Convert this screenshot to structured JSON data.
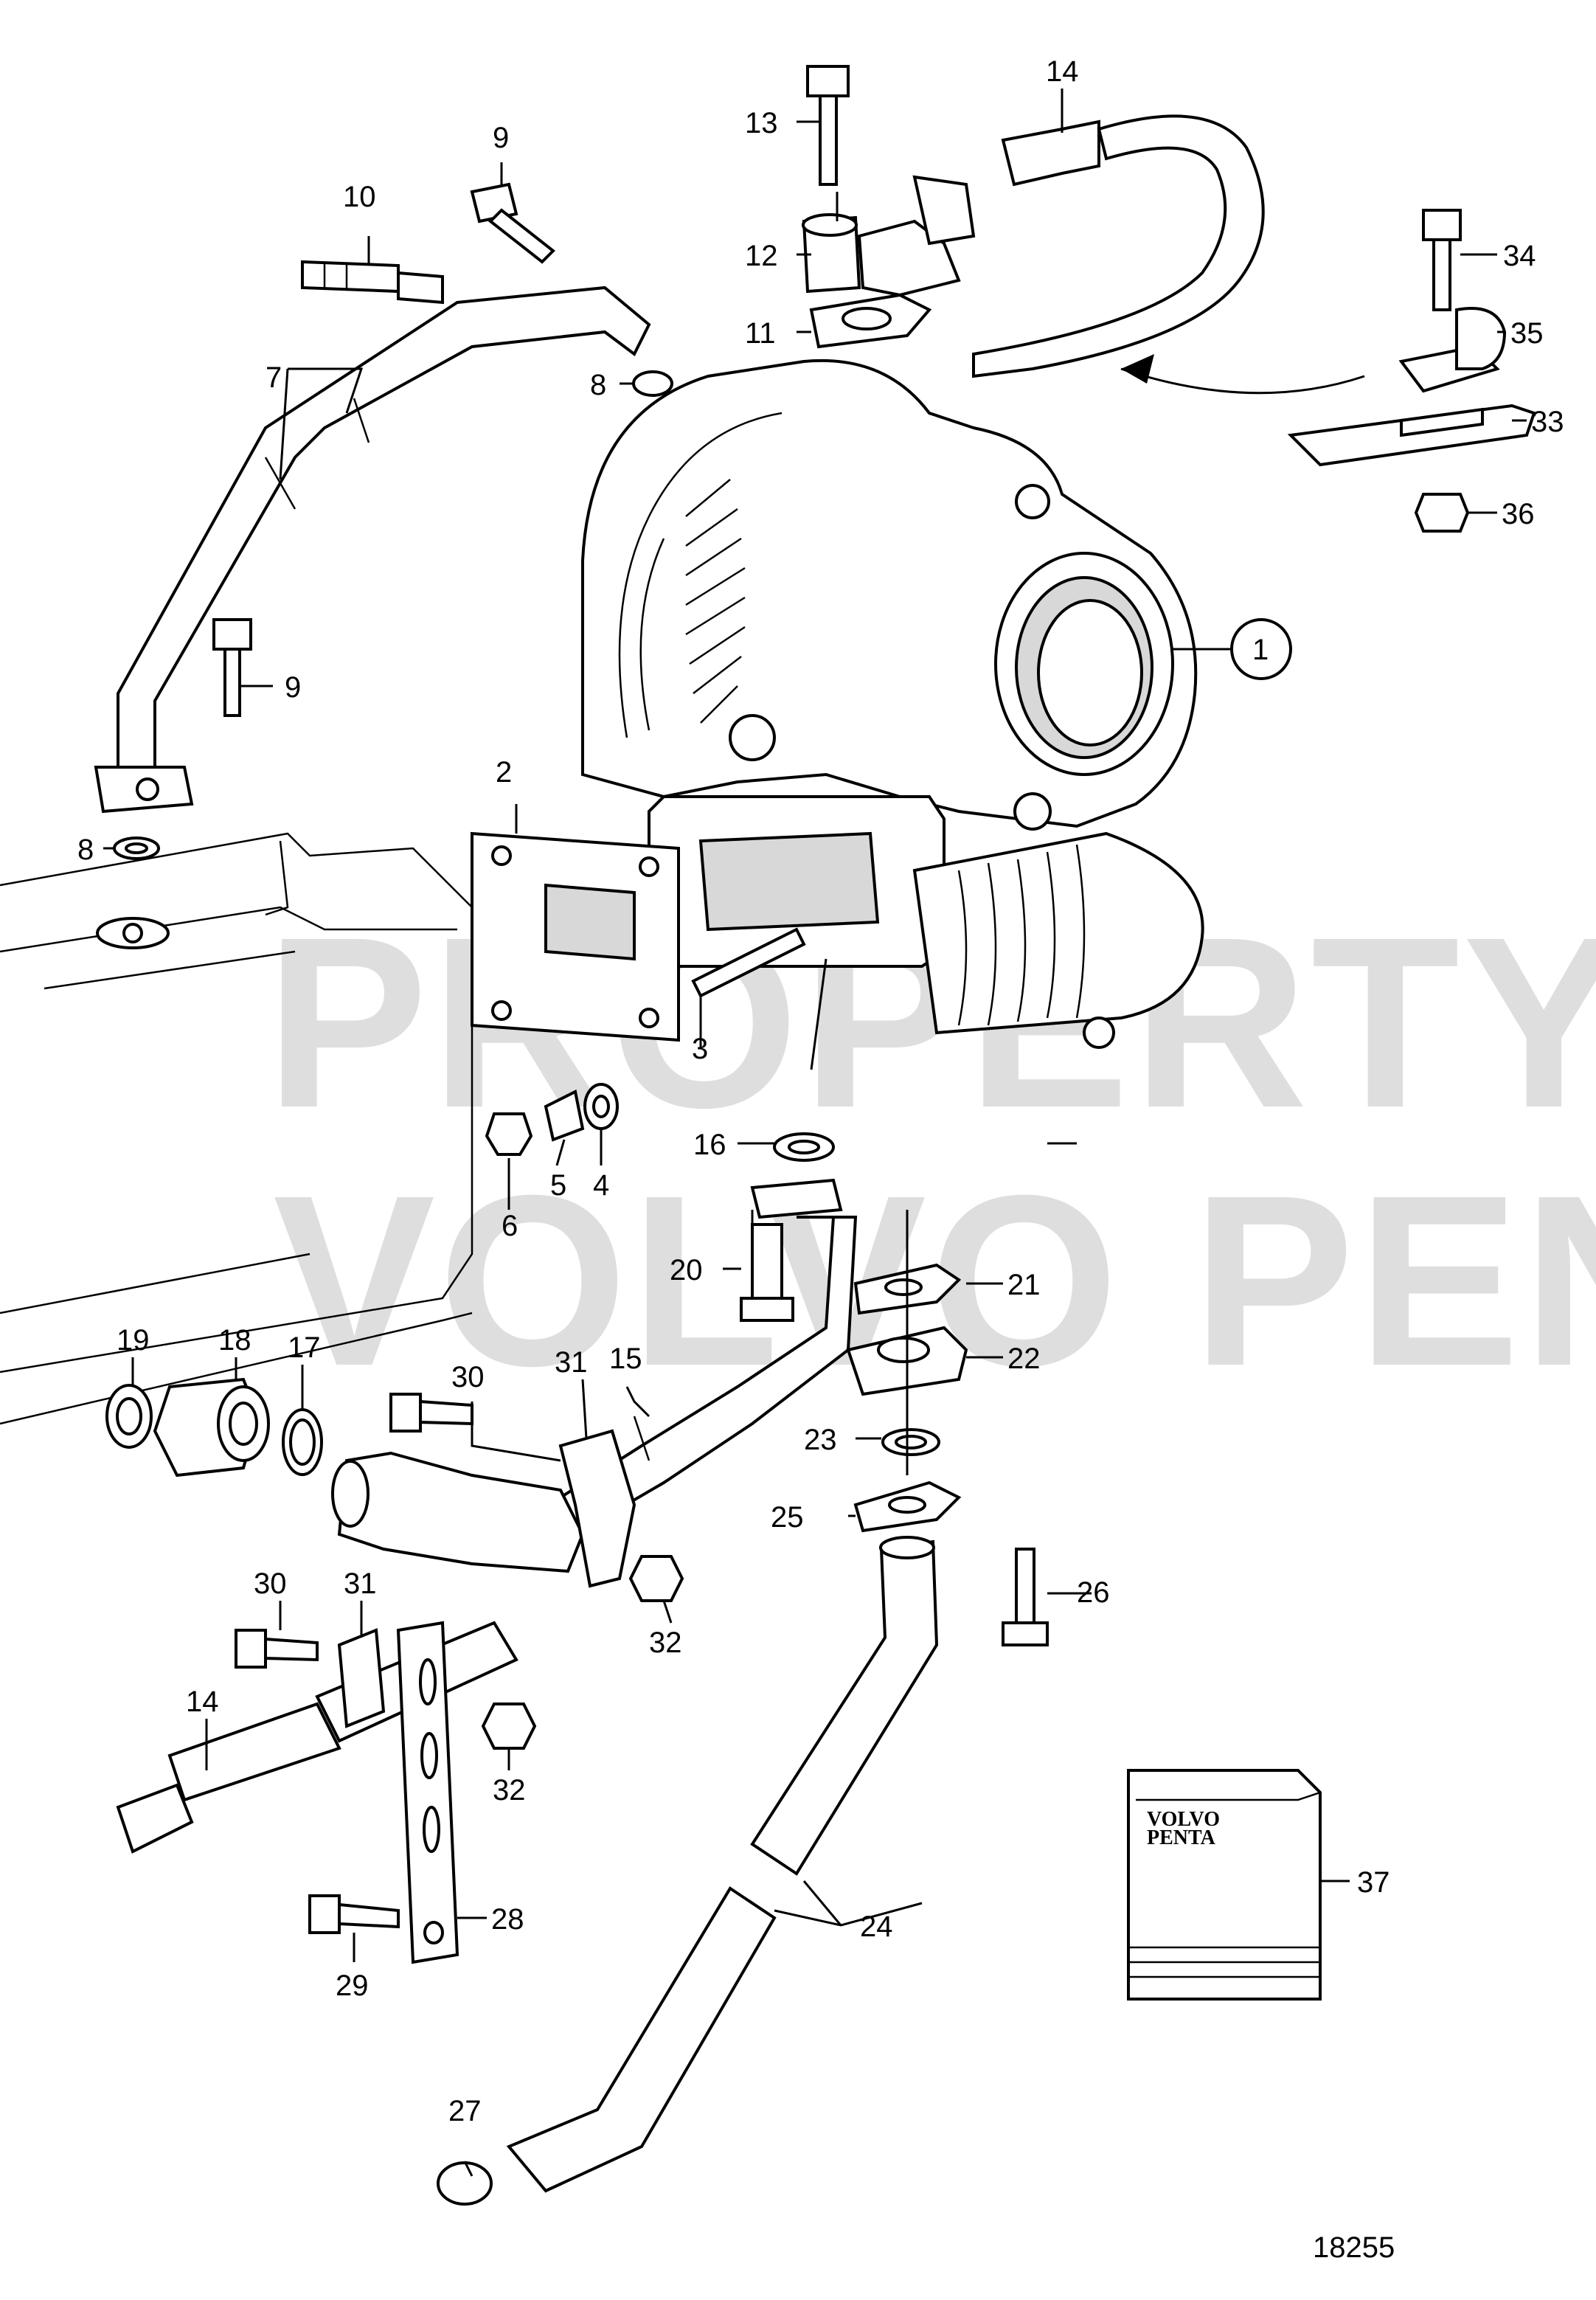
{
  "watermark": {
    "line1": "PROPERTY OF",
    "line2": "VOLVO PENTA"
  },
  "drawing_number": "18255",
  "manual_cover": {
    "line1": "VOLVO",
    "line2": "PENTA"
  },
  "callouts": {
    "c1": "1",
    "c2": "2",
    "c3": "3",
    "c4": "4",
    "c5": "5",
    "c6": "6",
    "c7": "7",
    "c8a": "8",
    "c8b": "8",
    "c9a": "9",
    "c9b": "9",
    "c10": "10",
    "c11": "11",
    "c12": "12",
    "c13": "13",
    "c14a": "14",
    "c14b": "14",
    "c15": "15",
    "c16": "16",
    "c17": "17",
    "c18": "18",
    "c19": "19",
    "c20": "20",
    "c21": "21",
    "c22": "22",
    "c23": "23",
    "c24": "24",
    "c25": "25",
    "c26": "26",
    "c27": "27",
    "c28": "28",
    "c29": "29",
    "c30a": "30",
    "c30b": "30",
    "c31a": "31",
    "c31b": "31",
    "c32a": "32",
    "c32b": "32",
    "c33": "33",
    "c34": "34",
    "c35": "35",
    "c36": "36",
    "c37": "37"
  }
}
